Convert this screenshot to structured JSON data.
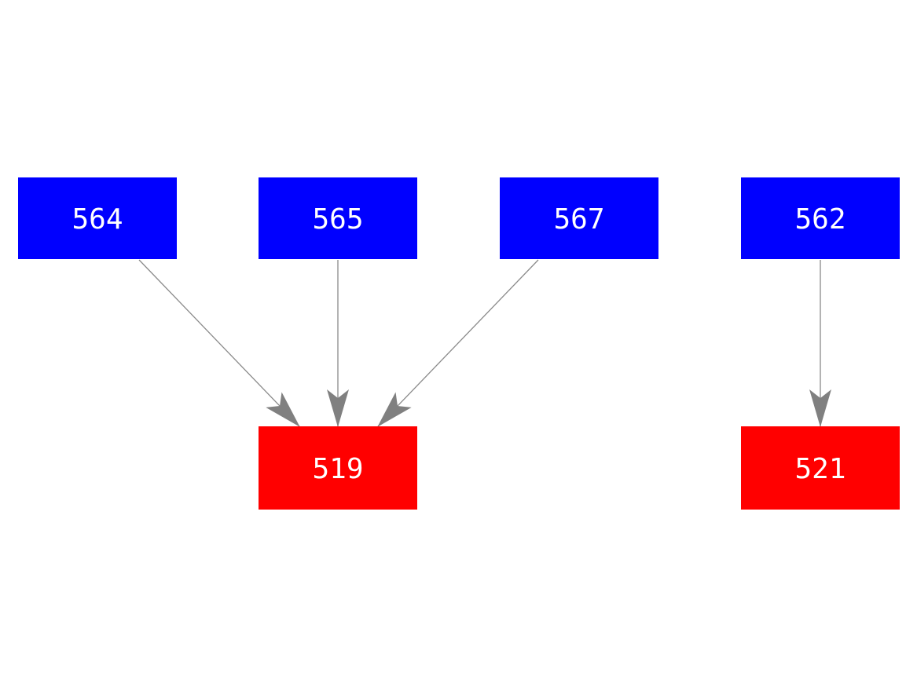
{
  "canvas": {
    "background": "#ffffff"
  },
  "diagram": {
    "type": "dependency-graph",
    "edge_color": "#8a8a8a",
    "arrowhead_color": "#808080",
    "label_color": "#ffffff",
    "source_color": "#0000ff",
    "target_color": "#ff0000",
    "nodes": [
      {
        "id": "564",
        "label": "564",
        "role": "source",
        "color": "#0000ff"
      },
      {
        "id": "565",
        "label": "565",
        "role": "source",
        "color": "#0000ff"
      },
      {
        "id": "567",
        "label": "567",
        "role": "source",
        "color": "#0000ff"
      },
      {
        "id": "562",
        "label": "562",
        "role": "source",
        "color": "#0000ff"
      },
      {
        "id": "519",
        "label": "519",
        "role": "target",
        "color": "#ff0000"
      },
      {
        "id": "521",
        "label": "521",
        "role": "target",
        "color": "#ff0000"
      }
    ],
    "edges": [
      {
        "from": "564",
        "to": "519"
      },
      {
        "from": "565",
        "to": "519"
      },
      {
        "from": "567",
        "to": "519"
      },
      {
        "from": "562",
        "to": "521"
      }
    ]
  }
}
